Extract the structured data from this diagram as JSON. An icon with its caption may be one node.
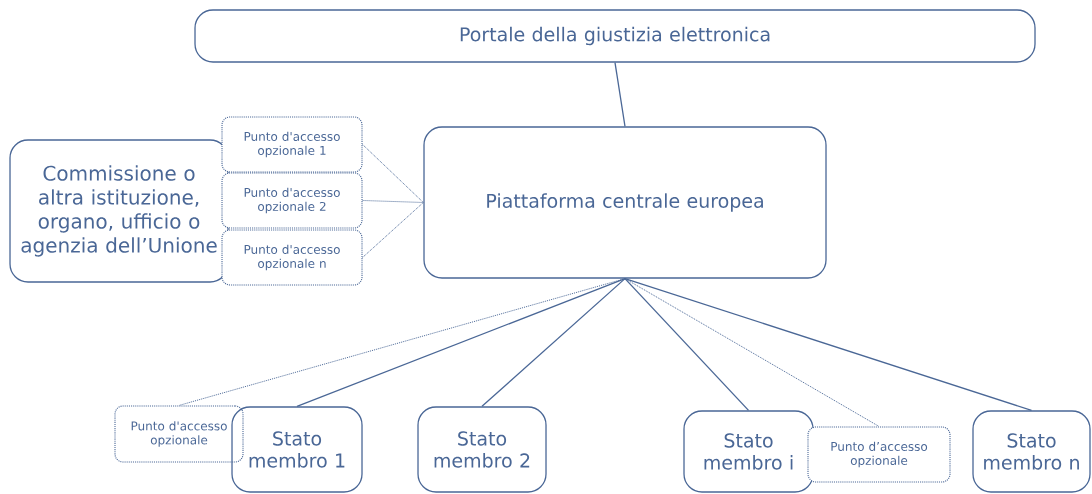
{
  "diagram": {
    "nodes": [
      {
        "text": [
          "Portale della giustizia elettronica"
        ]
      },
      {
        "text": [
          "Commissione o altra istituzione, organo, ufficio o agenzia dell’Unione"
        ]
      },
      {
        "text": [
          "Punto d'accesso opzionale 1"
        ]
      },
      {
        "text": [
          "Punto d'accesso opzionale 2"
        ]
      },
      {
        "text": [
          "Punto d'accesso opzionale n"
        ]
      },
      {
        "text": [
          "Piattaforma centrale europea"
        ]
      },
      {
        "text": [
          "Punto d'accesso opzionale"
        ]
      },
      {
        "text": [
          "Stato membro 1"
        ]
      },
      {
        "text": [
          "Stato membro 2"
        ]
      },
      {
        "text": [
          "Stato membro i"
        ]
      },
      {
        "text": [
          "Punto d’accesso opzionale"
        ]
      },
      {
        "text": [
          "Stato membro n"
        ]
      }
    ],
    "edges": [
      {
        "from": 5,
        "to": 0,
        "arrow": "none"
      },
      {
        "from": 2,
        "to": 5,
        "arrow": "none",
        "style": "dashed"
      },
      {
        "from": 3,
        "to": 5,
        "arrow": "none",
        "style": "dashed"
      },
      {
        "from": 4,
        "to": 5,
        "arrow": "none",
        "style": "dashed"
      },
      {
        "from": 5,
        "to": 6,
        "arrow": "none",
        "style": "dashed"
      },
      {
        "from": 5,
        "to": 7,
        "arrow": "none"
      },
      {
        "from": 5,
        "to": 8,
        "arrow": "none"
      },
      {
        "from": 5,
        "to": 9,
        "arrow": "none"
      },
      {
        "from": 5,
        "to": 10,
        "arrow": "none",
        "style": "dashed"
      },
      {
        "from": 5,
        "to": 11,
        "arrow": "none"
      }
    ]
  }
}
